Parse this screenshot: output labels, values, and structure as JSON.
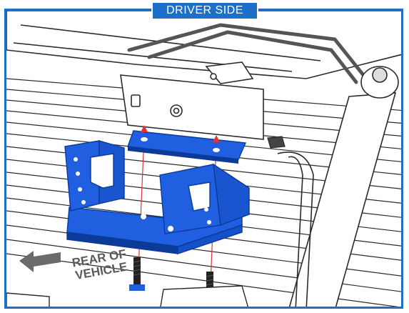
{
  "header": {
    "side_label": "DRIVER SIDE"
  },
  "direction": {
    "line1": "REAR OF",
    "line2": "VEHICLE",
    "arrow_icon": "left-arrow-icon"
  },
  "colors": {
    "accent": "#1e6fc8",
    "part_fill": "#1f5fe0",
    "part_dark": "#0b3a99",
    "alignment_line": "#e53030",
    "line_art": "#2a2a2a",
    "bolt": "#222222",
    "arrow": "#6a6a6a"
  },
  "parts": {
    "bracket": "bump-stop-bracket",
    "plate": "spacer-plate",
    "bolts": [
      "bolt-left",
      "bolt-right"
    ]
  }
}
